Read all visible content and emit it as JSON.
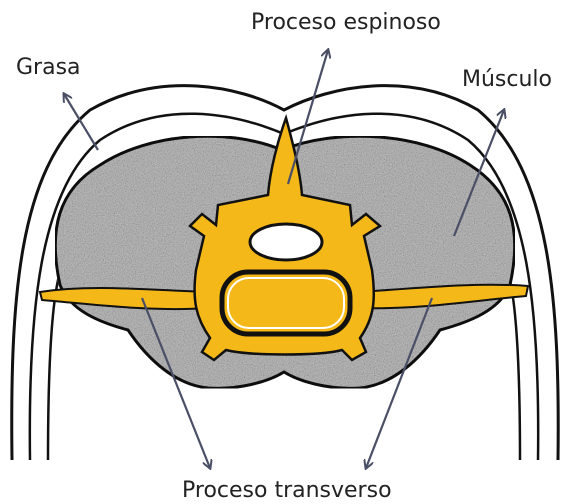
{
  "labels": {
    "proceso_espinoso": "Proceso espinoso",
    "grasa": "Grasa",
    "musculo": "Músculo",
    "proceso_transverso": "Proceso transverso"
  },
  "colors": {
    "bone": "#F5B819",
    "muscle": "#BFBFBF",
    "fat": "#FFFFFF",
    "outline": "#111111",
    "arrow": "#4A4F66",
    "text": "#222222"
  }
}
